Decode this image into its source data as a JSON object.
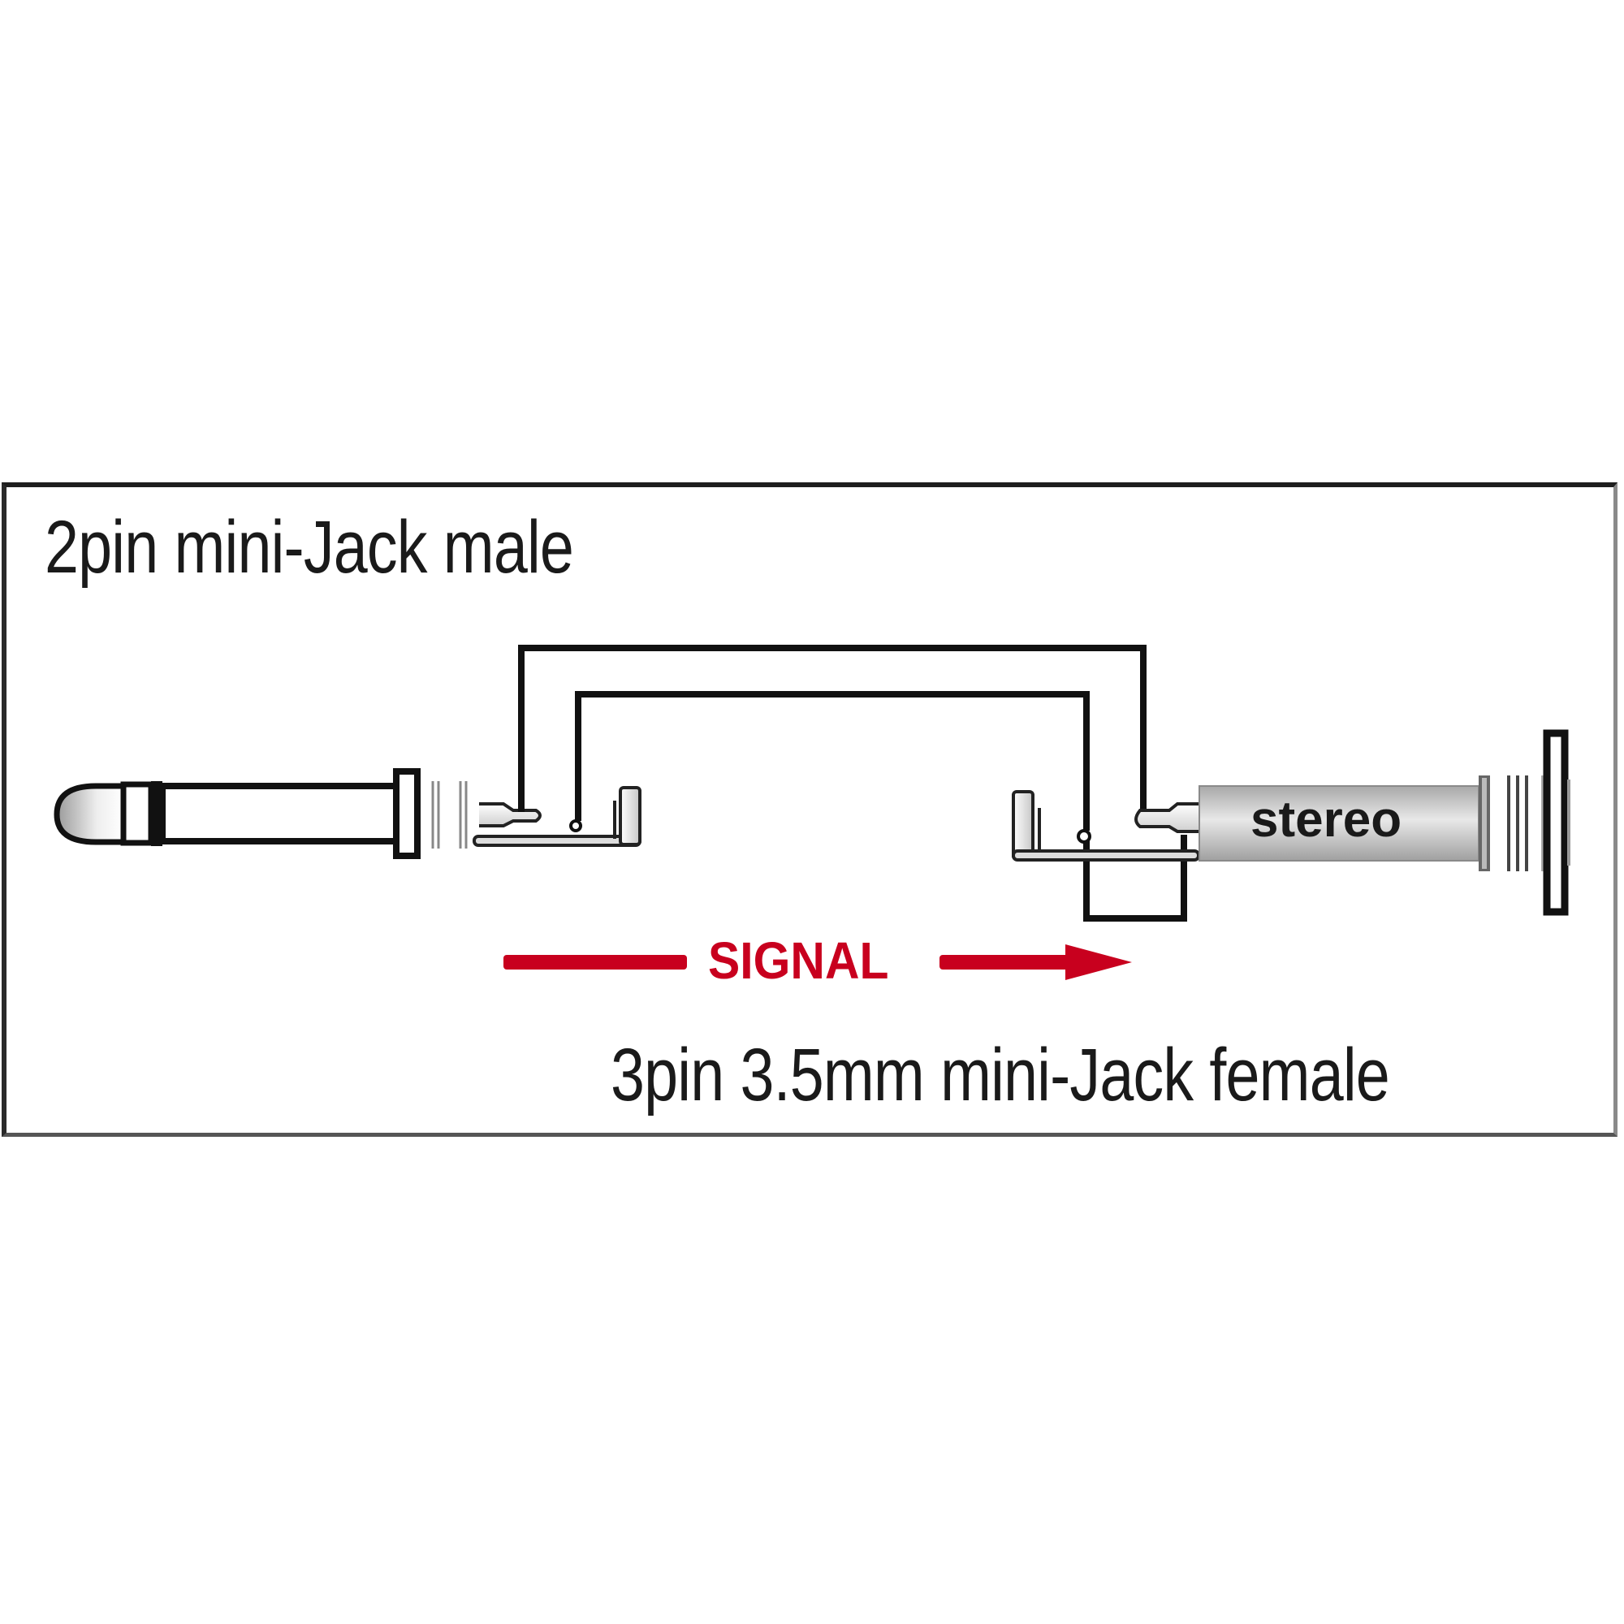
{
  "diagram": {
    "title_top": "2pin mini-Jack male",
    "title_bottom": "3pin 3.5mm mini-Jack female",
    "signal_label": "SIGNAL",
    "female_body_label": "stereo",
    "colors": {
      "signal": "#c8001e",
      "wire": "#111111",
      "frame": "#1e1e1e",
      "female_body": "#c4c4c4"
    },
    "connectors": [
      {
        "id": "male-plug",
        "type": "2pin mini-Jack male",
        "side": "left"
      },
      {
        "id": "female-socket",
        "type": "3pin 3.5mm mini-Jack female",
        "side": "right",
        "label": "stereo"
      }
    ],
    "wires": [
      {
        "from": "male tip",
        "to": "female tip",
        "route": "outer"
      },
      {
        "from": "male sleeve",
        "to": "female sleeve",
        "route": "inner"
      },
      {
        "from": "female ring",
        "to": "female sleeve",
        "route": "bridge"
      }
    ],
    "signal_direction": "left-to-right"
  }
}
